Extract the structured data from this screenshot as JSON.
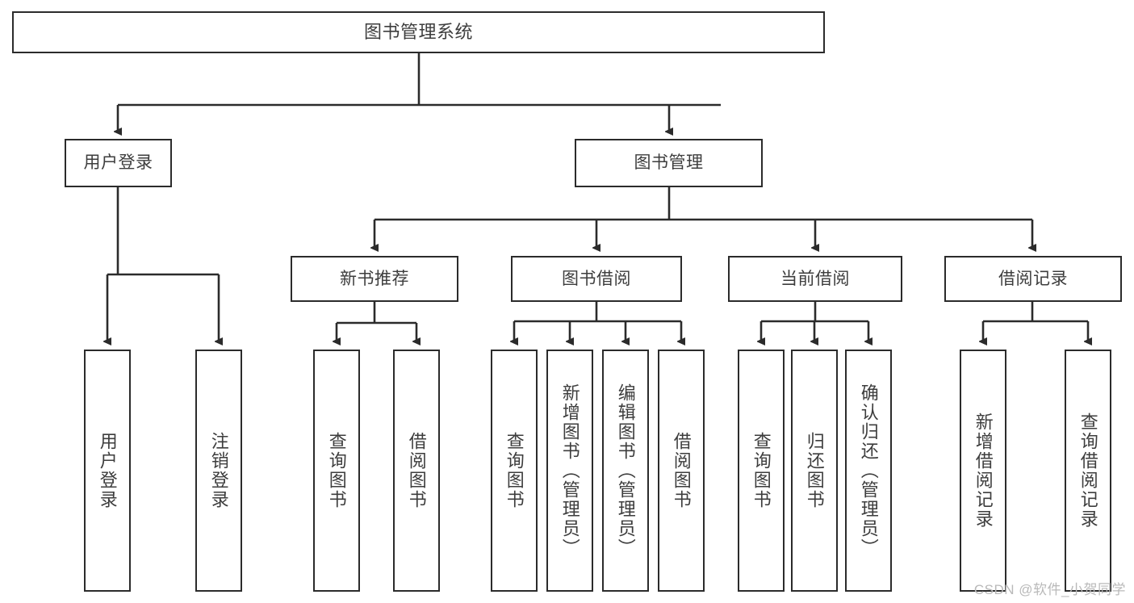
{
  "diagram": {
    "title": "图书管理系统",
    "type": "tree-hierarchy-diagram",
    "watermark": "CSDN @软件_小贺同学",
    "colors": {
      "box_border": "#2b2b2b",
      "box_fill": "#ffffff",
      "text": "#3d3d3d",
      "connector": "#2b2b2b",
      "watermark": "#b9b9b9",
      "background": "#ffffff"
    },
    "root": {
      "label": "图书管理系统"
    },
    "level2": [
      {
        "label": "用户登录"
      },
      {
        "label": "图书管理"
      }
    ],
    "level3": [
      {
        "label": "新书推荐"
      },
      {
        "label": "图书借阅"
      },
      {
        "label": "当前借阅"
      },
      {
        "label": "借阅记录"
      }
    ],
    "leaves": {
      "user_login": [
        {
          "label": "用户登录"
        },
        {
          "label": "注销登录"
        }
      ],
      "new_book_recommend": [
        {
          "label": "查询图书"
        },
        {
          "label": "借阅图书"
        }
      ],
      "book_borrow": [
        {
          "label": "查询图书"
        },
        {
          "label": "新增图书（管理员）"
        },
        {
          "label": "编辑图书（管理员）"
        },
        {
          "label": "借阅图书"
        }
      ],
      "current_borrow": [
        {
          "label": "查询图书"
        },
        {
          "label": "归还图书"
        },
        {
          "label": "确认归还（管理员）"
        }
      ],
      "borrow_record": [
        {
          "label": "新增借阅记录"
        },
        {
          "label": "查询借阅记录"
        }
      ]
    }
  }
}
